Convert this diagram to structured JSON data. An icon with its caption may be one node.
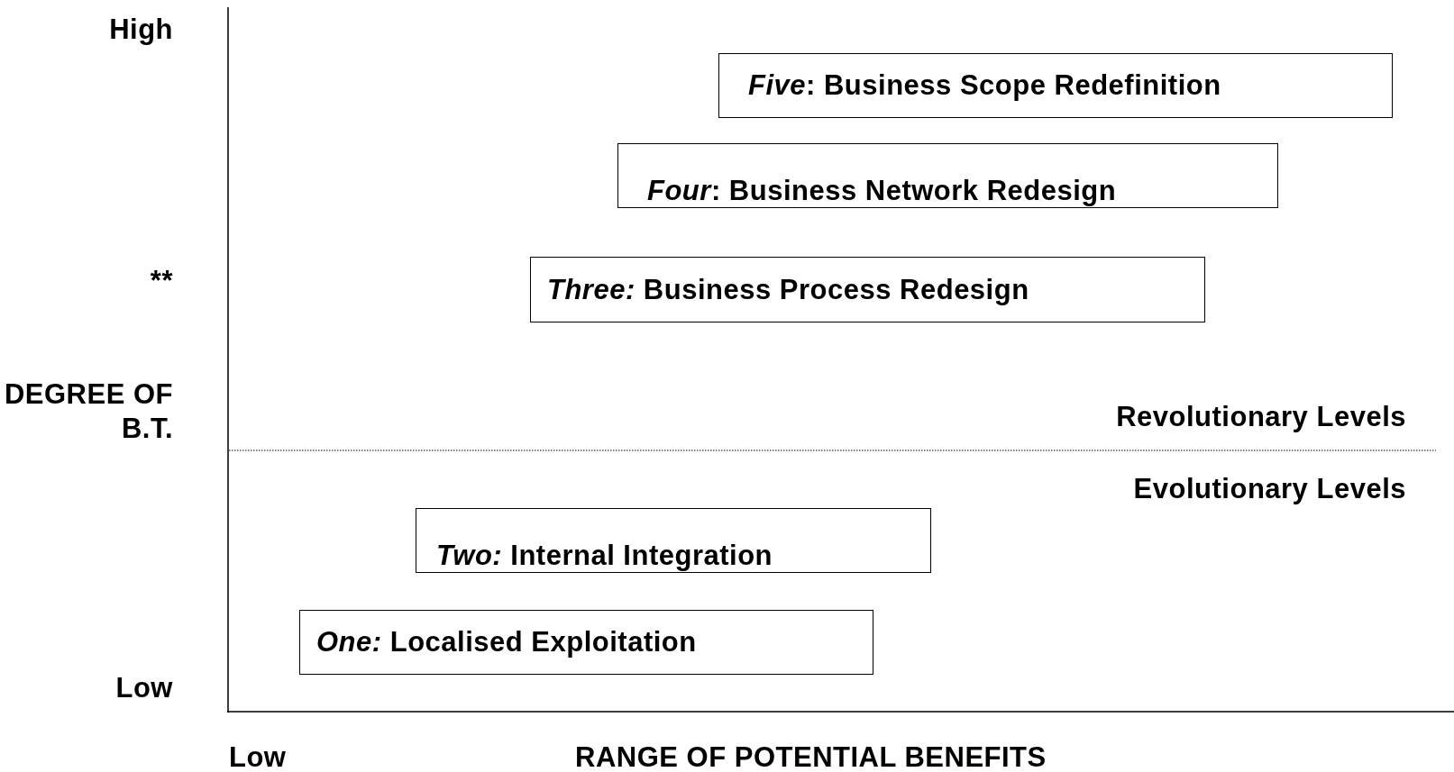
{
  "diagram": {
    "nodes": [
      {
        "text": [
          "*Five*: Business Scope Redefinition"
        ]
      },
      {
        "text": [
          "*Four*: Business Network Redesign"
        ]
      },
      {
        "text": [
          "*Three:* Business Process Redesign"
        ]
      },
      {
        "text": [
          "*Two:* Internal Integration"
        ]
      },
      {
        "text": [
          "*One:* Localised Exploitation"
        ]
      }
    ],
    "labels": [
      "High",
      "**",
      "DEGREE OF B.T.",
      "Revolutionary Levels",
      "Evolutionary Levels",
      "Low",
      "Low",
      "RANGE OF POTENTIAL BENEFITS"
    ]
  }
}
